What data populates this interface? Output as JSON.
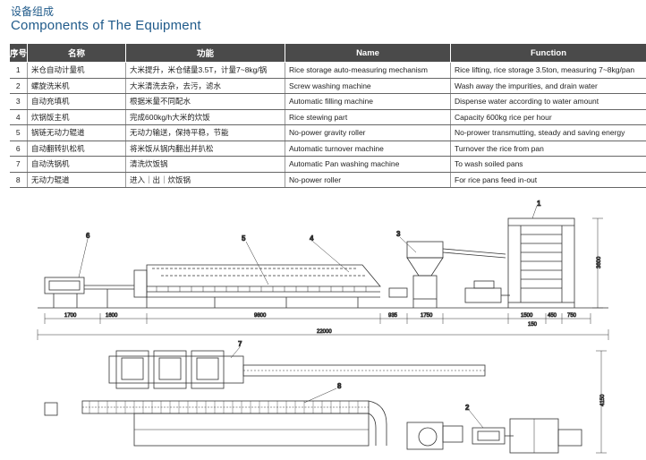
{
  "title_cn": "设备组成",
  "title_en": "Components of The Equipment",
  "table": {
    "headers": [
      "序号",
      "名称",
      "功能",
      "Name",
      "Function"
    ],
    "rows": [
      [
        "1",
        "米仓自动计量机",
        "大米提升，米仓储量3.5T，计量7~8kg/锅",
        "Rice storage auto-measuring mechanism",
        "Rice lifting, rice storage 3.5ton, measuring 7~8kg/pan"
      ],
      [
        "2",
        "螺旋洗米机",
        "大米清洗去杂，去污，滤水",
        "Screw washing machine",
        "Wash away the impurities, and drain water"
      ],
      [
        "3",
        "自动充填机",
        "根据米量不同配水",
        "Automatic filling machine",
        "Dispense water according to water amount"
      ],
      [
        "4",
        "炊锅饭主机",
        "完成600kg/h大米的炊饭",
        "Rice stewing part",
        "Capacity 600kg rice per hour"
      ],
      [
        "5",
        "锅链无动力辊道",
        "无动力输送，保持平稳，节能",
        "No-power gravity roller",
        "No-prower transmutting, steady and saving energy"
      ],
      [
        "6",
        "自动翻转扒松机",
        "将米饭从锅内翻出并扒松",
        "Automatic turnover machine",
        "Turnover the rice from pan"
      ],
      [
        "7",
        "自动洗锅机",
        "清洗炊饭锅",
        "Automatic Pan washing machine",
        "To wash soiled pans"
      ],
      [
        "8",
        "无动力辊道",
        "进入｜出｜炊饭锅",
        "No-power roller",
        "For rice pans feed in-out"
      ]
    ]
  },
  "drawing": {
    "callouts": [
      "1",
      "2",
      "3",
      "4",
      "5",
      "6",
      "7",
      "8"
    ],
    "dimensions": {
      "d1700": "1700",
      "d1600": "1600",
      "d9800": "9800",
      "d935": "935",
      "d1750": "1750",
      "d1500": "1500",
      "d450": "450",
      "d750": "750",
      "d150": "150",
      "d22000": "22000",
      "d3600": "3600",
      "d4150": "4150"
    }
  }
}
